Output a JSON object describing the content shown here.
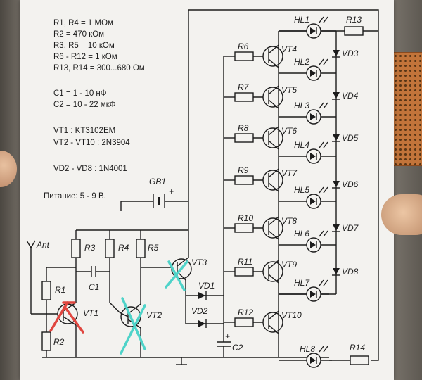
{
  "specs": [
    "R1, R4 = 1 MОм",
    "R2 = 470 кОм",
    "R3, R5 = 10 кОм",
    "R6 - R12 = 1 кОм",
    "R13, R14 = 300...680 Ом",
    "C1 = 1 - 10 нФ",
    "C2 = 10 - 22 мкФ",
    "VT1 : KT3102EM",
    "VT2 - VT10 : 2N3904",
    "VD2 - VD8 : 1N4001",
    "Питание: 5 - 9 В."
  ],
  "ladder": {
    "resistors": [
      "R6",
      "R7",
      "R8",
      "R9",
      "R10",
      "R11",
      "R12"
    ],
    "transistors": [
      "VT4",
      "VT5",
      "VT6",
      "VT7",
      "VT8",
      "VT9",
      "VT10"
    ],
    "leds": [
      "HL1",
      "HL2",
      "HL3",
      "HL4",
      "HL5",
      "HL6",
      "HL7",
      "HL8"
    ],
    "diodes": [
      "VD3",
      "VD4",
      "VD5",
      "VD6",
      "VD7",
      "VD8"
    ]
  },
  "labels": {
    "r13": "R13",
    "r14": "R14",
    "gb1": "GB1",
    "ant": "Ant",
    "r1": "R1",
    "r2": "R2",
    "r3": "R3",
    "r4": "R4",
    "r5": "R5",
    "c1": "C1",
    "c2": "C2",
    "vt1": "VT1",
    "vt2": "VT2",
    "vt3": "VT3",
    "vd1": "VD1",
    "vd2": "VD2",
    "plus_gb": "+",
    "plus_c2": "+"
  },
  "colors": {
    "ink": "#1c1c1c",
    "mark_red": "#e0463f",
    "mark_cyan": "#4fd3c9"
  }
}
